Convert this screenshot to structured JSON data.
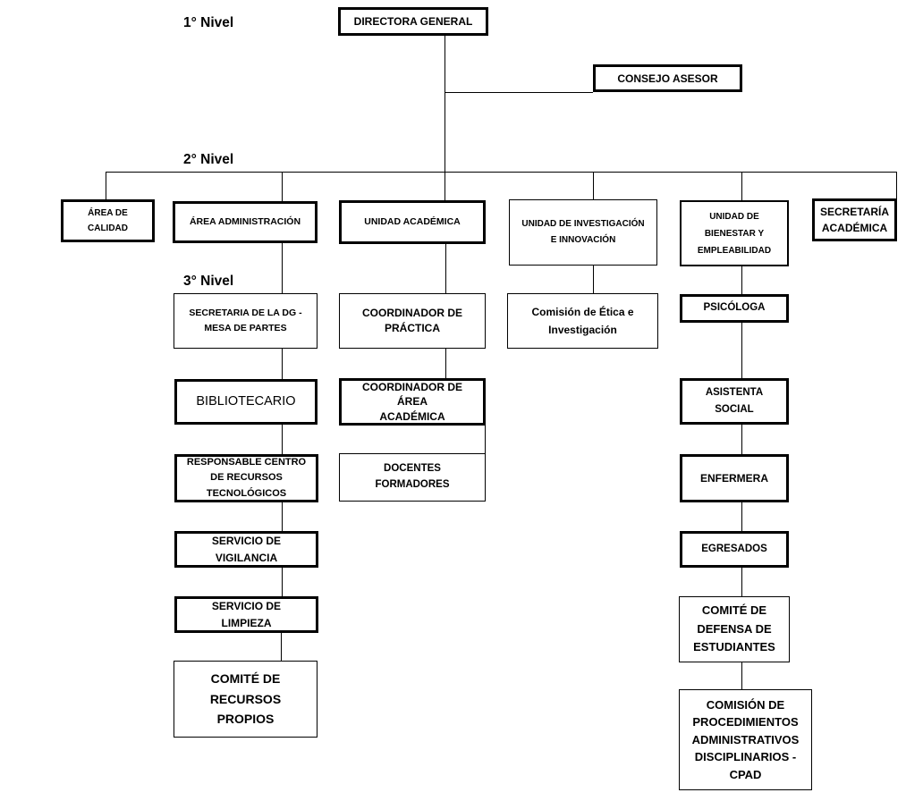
{
  "levels": {
    "level1": "1° Nivel",
    "level2": "2° Nivel",
    "level3": "3° Nivel"
  },
  "nodes": {
    "directora_general": "DIRECTORA GENERAL",
    "consejo_asesor": "CONSEJO ASESOR",
    "area_calidad": [
      "ÁREA DE",
      "CALIDAD"
    ],
    "area_administracion": "ÁREA ADMINISTRACIÓN",
    "unidad_academica": "UNIDAD ACADÉMICA",
    "unidad_investigacion": [
      "UNIDAD DE INVESTIGACIÓN",
      "E INNOVACIÓN"
    ],
    "unidad_bienestar": [
      "UNIDAD DE",
      "BIENESTAR Y",
      "EMPLEABILIDAD"
    ],
    "secretaria_academica": [
      "SECRETARÍA",
      "ACADÉMICA"
    ],
    "secretaria_dg": [
      "SECRETARIA DE LA DG -",
      "MESA DE PARTES"
    ],
    "bibliotecario": "BIBLIOTECARIO",
    "responsable_crt": [
      "RESPONSABLE CENTRO",
      "DE RECURSOS",
      "TECNOLÓGICOS"
    ],
    "servicio_vigilancia": [
      "SERVICIO DE",
      "VIGILANCIA"
    ],
    "servicio_limpieza": [
      "SERVICIO DE",
      "LIMPIEZA"
    ],
    "comite_recursos": [
      "COMITÉ DE",
      "RECURSOS",
      "PROPIOS"
    ],
    "coordinador_practica": [
      "COORDINADOR DE",
      "PRÁCTICA"
    ],
    "coordinador_area": [
      "COORDINADOR DE",
      "ÁREA",
      "ACADÉMICA"
    ],
    "docentes_formadores": [
      "DOCENTES",
      "FORMADORES"
    ],
    "comision_etica": [
      "Comisión de Ética e",
      "Investigación"
    ],
    "psicologa": "PSICÓLOGA",
    "asistenta_social": [
      "ASISTENTA",
      "SOCIAL"
    ],
    "enfermera": "ENFERMERA",
    "egresados": "EGRESADOS",
    "comite_defensa": [
      "COMITÉ DE",
      "DEFENSA DE",
      "ESTUDIANTES"
    ],
    "cpad": [
      "COMISIÓN DE",
      "PROCEDIMIENTOS",
      "ADMINISTRATIVOS",
      "DISCIPLINARIOS -",
      "CPAD"
    ]
  },
  "hierarchy_edges": [
    [
      "directora_general",
      "consejo_asesor"
    ],
    [
      "directora_general",
      "area_calidad"
    ],
    [
      "directora_general",
      "area_administracion"
    ],
    [
      "directora_general",
      "unidad_academica"
    ],
    [
      "directora_general",
      "unidad_investigacion"
    ],
    [
      "directora_general",
      "unidad_bienestar"
    ],
    [
      "directora_general",
      "secretaria_academica"
    ],
    [
      "area_administracion",
      "secretaria_dg"
    ],
    [
      "secretaria_dg",
      "bibliotecario"
    ],
    [
      "bibliotecario",
      "responsable_crt"
    ],
    [
      "responsable_crt",
      "servicio_vigilancia"
    ],
    [
      "servicio_vigilancia",
      "servicio_limpieza"
    ],
    [
      "servicio_limpieza",
      "comite_recursos"
    ],
    [
      "unidad_academica",
      "coordinador_practica"
    ],
    [
      "coordinador_practica",
      "coordinador_area"
    ],
    [
      "coordinador_area",
      "docentes_formadores"
    ],
    [
      "unidad_investigacion",
      "comision_etica"
    ],
    [
      "unidad_bienestar",
      "psicologa"
    ],
    [
      "psicologa",
      "asistenta_social"
    ],
    [
      "asistenta_social",
      "enfermera"
    ],
    [
      "enfermera",
      "egresados"
    ],
    [
      "egresados",
      "comite_defensa"
    ],
    [
      "comite_defensa",
      "cpad"
    ]
  ],
  "colors": {
    "background": "#ffffff",
    "box_border": "#000000",
    "connector": "#000000",
    "text": "#000000"
  }
}
